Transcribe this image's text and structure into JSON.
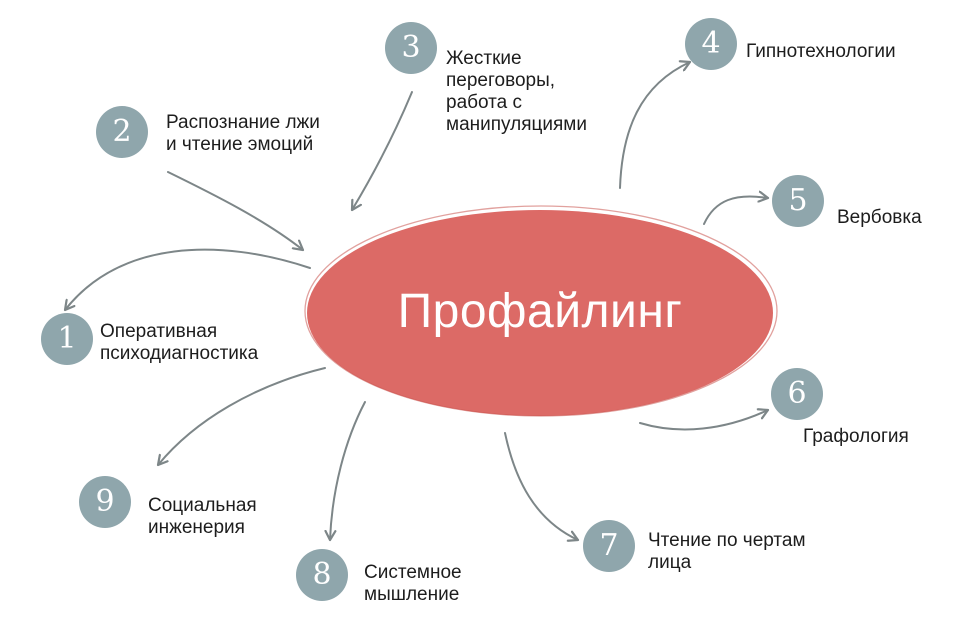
{
  "center": {
    "title": "Профайлинг",
    "color": "#dc6a66",
    "text_color": "#ffffff"
  },
  "badge_color": "#8fa6ac",
  "arrow_color": "#7d8688",
  "nodes": [
    {
      "number": "1",
      "label": "Оперативная\nпсиходиагностика"
    },
    {
      "number": "2",
      "label": "Распознание лжи\nи чтение эмоций"
    },
    {
      "number": "3",
      "label": "Жесткие\nпереговоры,\nработа с\nманипуляциями"
    },
    {
      "number": "4",
      "label": "Гипнотехнологии"
    },
    {
      "number": "5",
      "label": "Вербовка"
    },
    {
      "number": "6",
      "label": "Графология"
    },
    {
      "number": "7",
      "label": "Чтение по чертам\nлица"
    },
    {
      "number": "8",
      "label": "Системное\nмышление"
    },
    {
      "number": "9",
      "label": "Социальная\nинженерия"
    }
  ]
}
